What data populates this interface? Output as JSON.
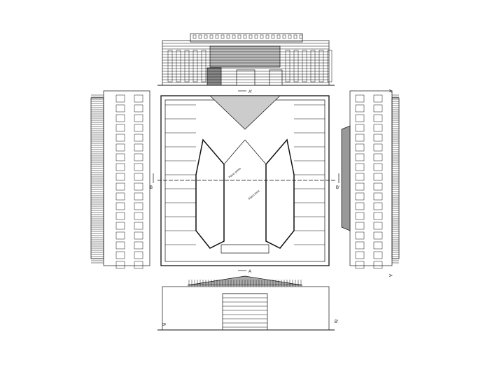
{
  "labels": {
    "section_a_top": "A'",
    "section_a_bottom": "A",
    "section_a_right_top": "A'",
    "section_a_right_bottom": "A",
    "section_b_left": "B",
    "section_b_right": "B'",
    "section_b_bottom_left": "B",
    "section_b_bottom_right": "B'",
    "plan_first_floor": "Piano primo",
    "plan_ground_floor": "Piano terra"
  },
  "colors": {
    "line": "#111111",
    "background": "#ffffff"
  }
}
